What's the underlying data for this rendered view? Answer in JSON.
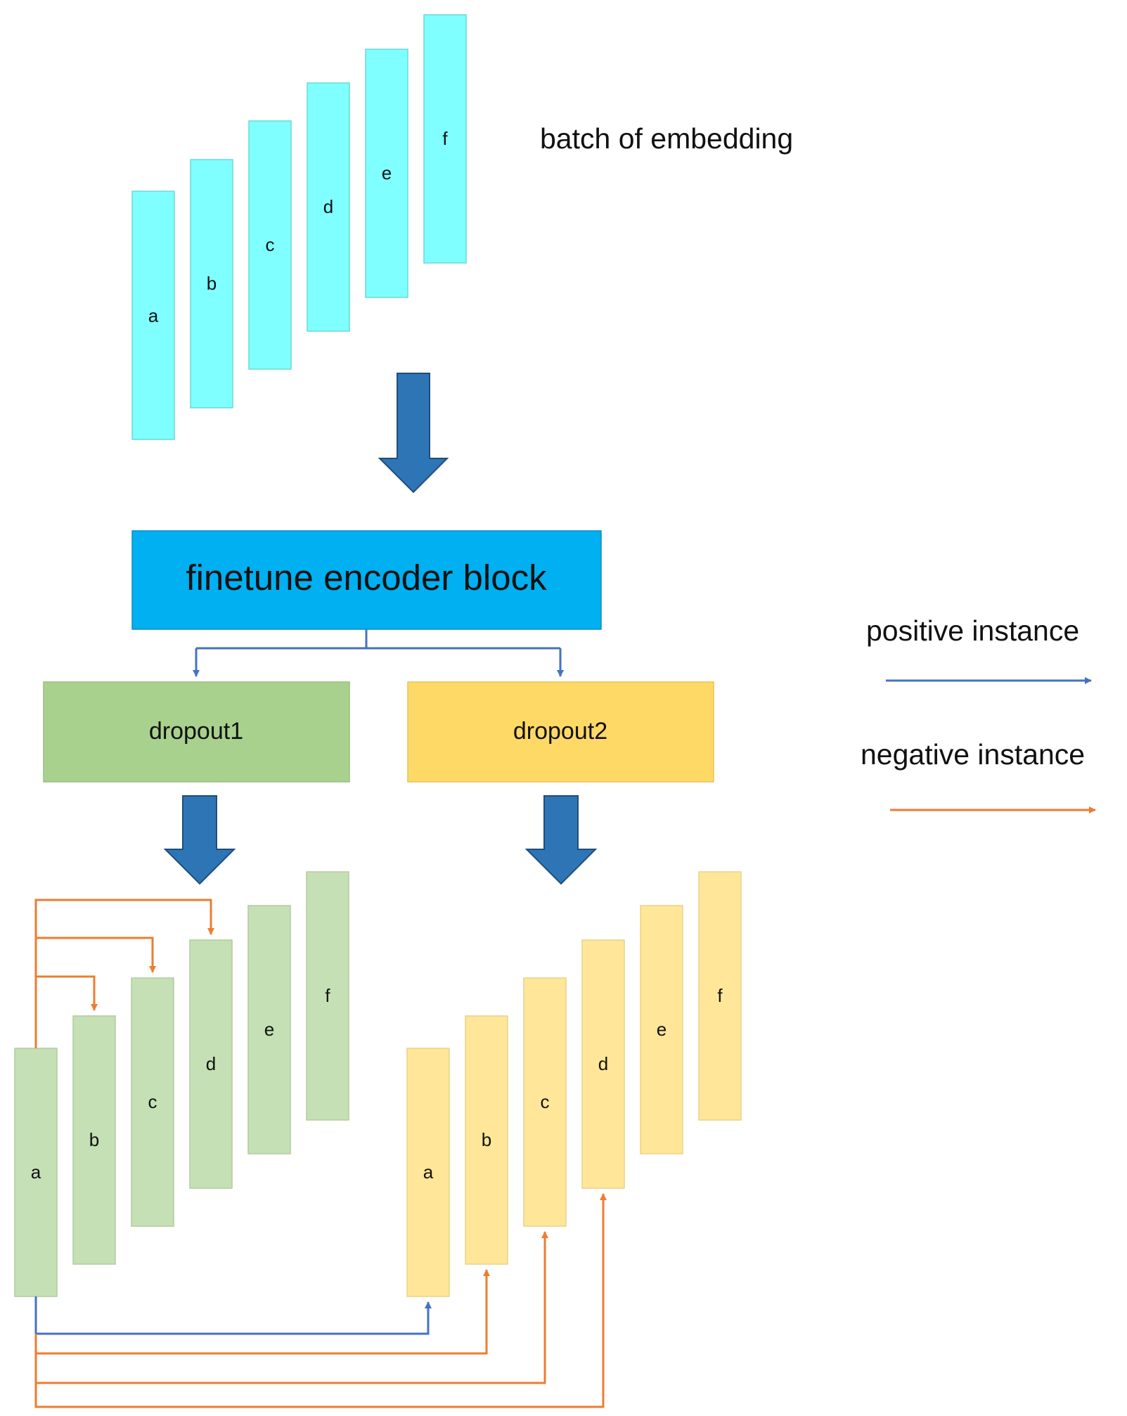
{
  "top_batch": {
    "items": [
      "a",
      "b",
      "c",
      "d",
      "e",
      "f"
    ],
    "caption": "batch of embedding",
    "fill": "#7fffff",
    "stroke": "#6cd9d9"
  },
  "encoder": {
    "label": "finetune encoder block",
    "fill": "#00b0f0"
  },
  "dropout1": {
    "label": "dropout1",
    "fill": "#a9d18e"
  },
  "dropout2": {
    "label": "dropout2",
    "fill": "#ffd966"
  },
  "left_batch": {
    "items": [
      "a",
      "b",
      "c",
      "d",
      "e",
      "f"
    ],
    "fill": "#c5e0b4"
  },
  "right_batch": {
    "items": [
      "a",
      "b",
      "c",
      "d",
      "e",
      "f"
    ],
    "fill": "#ffe699"
  },
  "legend": {
    "positive_label": "positive instance",
    "negative_label": "negative instance"
  },
  "colors": {
    "big_arrow": "#2e75b6",
    "positive_line": "#4472c4",
    "negative_line": "#ed7d31"
  }
}
